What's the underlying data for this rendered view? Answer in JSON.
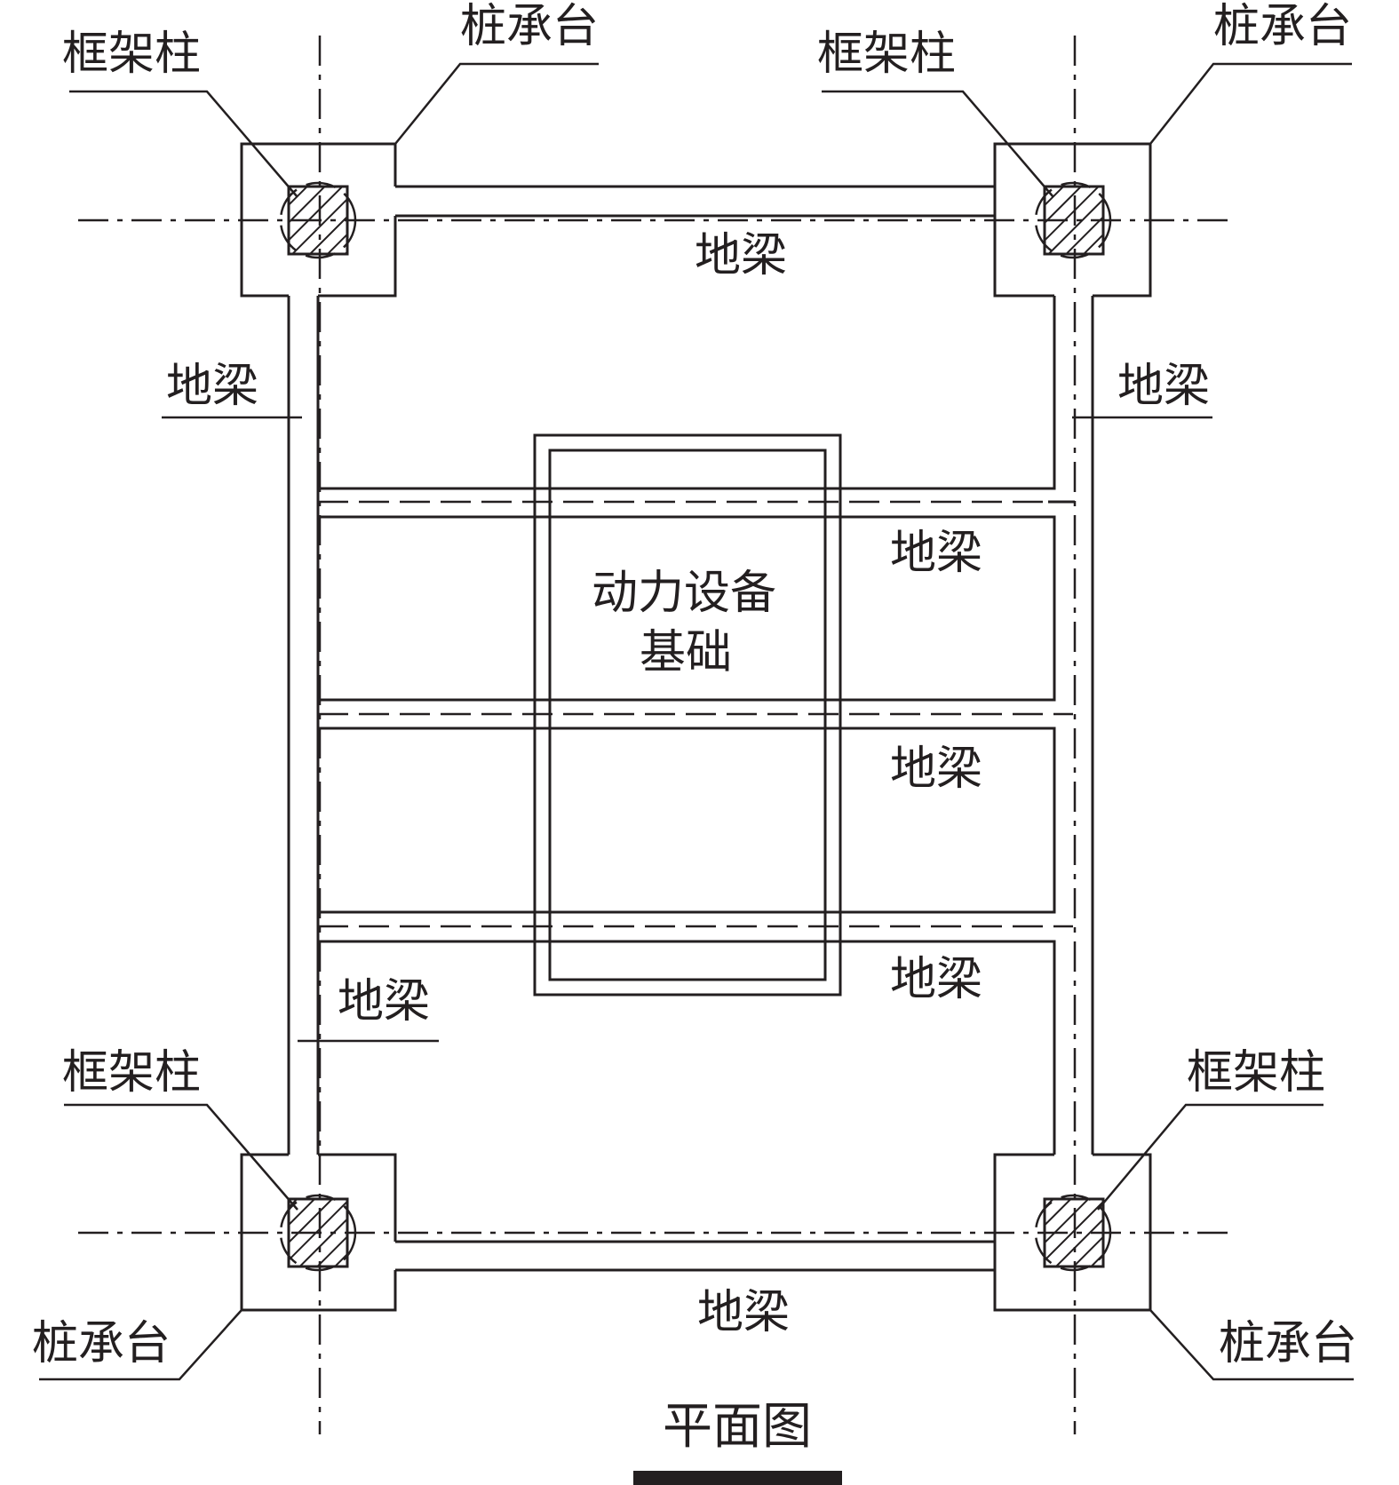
{
  "labels": {
    "column_tl": "框架柱",
    "column_tr": "框架柱",
    "column_bl": "框架柱",
    "column_br": "框架柱",
    "pilecap_tl": "桩承台",
    "pilecap_tr": "桩承台",
    "pilecap_bl": "桩承台",
    "pilecap_br": "桩承台",
    "beam_top": "地梁",
    "beam_bottom": "地梁",
    "beam_left": "地梁",
    "beam_right": "地梁",
    "beam_inner_1": "地梁",
    "beam_inner_2": "地梁",
    "beam_inner_3": "地梁",
    "beam_left_lower": "地梁",
    "equipment_line1": "动力设备",
    "equipment_line2": "基础"
  },
  "caption": "平面图",
  "colors": {
    "ink": "#231f20",
    "background": "#ffffff"
  }
}
